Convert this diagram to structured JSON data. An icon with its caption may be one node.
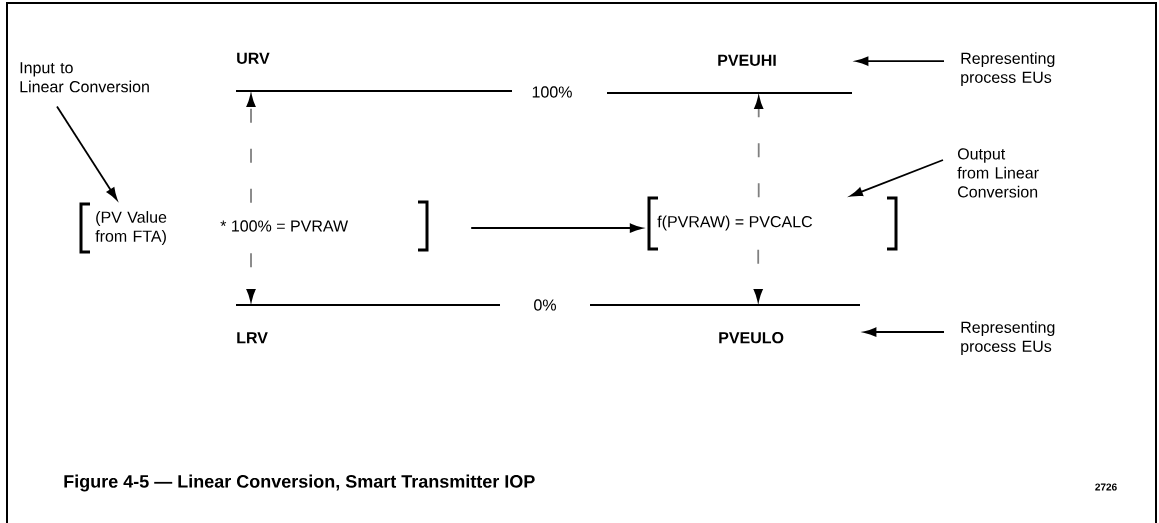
{
  "diagram": {
    "caption": "Figure 4-5 — Linear Conversion, Smart Transmitter IOP",
    "nodes": [
      {
        "text": [
          "Input to Linear Conversion"
        ]
      },
      {
        "text": [
          "(PV Value from FTA)",
          "* 100% = PVRAW"
        ]
      },
      {
        "text": [
          "f(PVRAW) = PVCALC"
        ]
      },
      {
        "text": [
          "URV"
        ]
      },
      {
        "text": [
          "PVEUHI"
        ]
      },
      {
        "text": [
          "LRV"
        ]
      },
      {
        "text": [
          "PVEULO"
        ]
      },
      {
        "text": [
          "Representing process EUs"
        ]
      },
      {
        "text": [
          "Output from Linear Conversion"
        ]
      },
      {
        "text": [
          "Representing process EUs"
        ]
      }
    ],
    "edges": [
      {
        "from": 0,
        "to": 1,
        "arrow": "to"
      },
      {
        "from": 1,
        "to": 2,
        "arrow": "to"
      },
      {
        "from": 1,
        "to": 3,
        "arrow": "to",
        "style": "dashed",
        "color": "#808080"
      },
      {
        "from": 1,
        "to": 5,
        "arrow": "to",
        "style": "dashed",
        "color": "#808080"
      },
      {
        "from": 2,
        "to": 4,
        "arrow": "to",
        "style": "dashed",
        "color": "#808080"
      },
      {
        "from": 2,
        "to": 6,
        "arrow": "to",
        "style": "dashed",
        "color": "#808080"
      },
      {
        "from": 7,
        "to": 4,
        "arrow": "to"
      },
      {
        "from": 8,
        "to": 2,
        "arrow": "to"
      },
      {
        "from": 9,
        "to": 6,
        "arrow": "to"
      }
    ],
    "labels": [
      "100%",
      "0%",
      "2726"
    ]
  }
}
